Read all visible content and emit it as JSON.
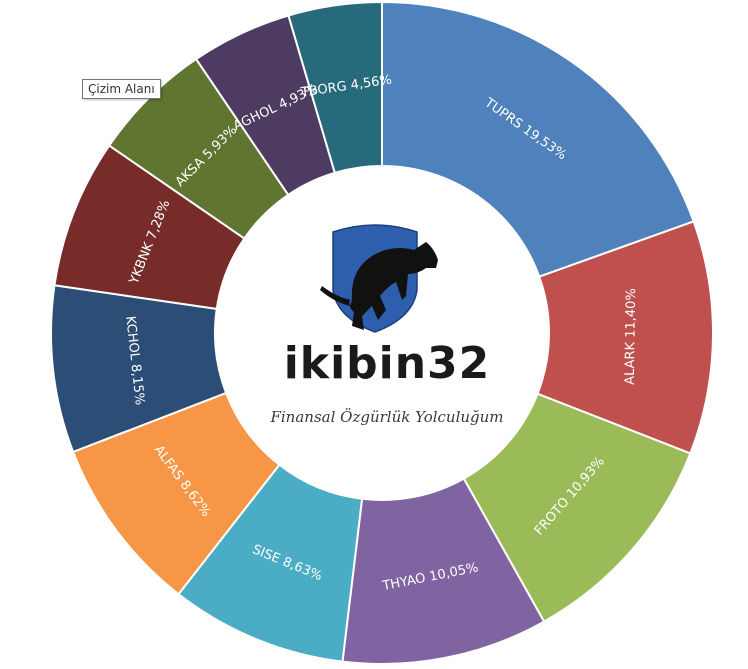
{
  "tooltip": {
    "label": "Çizim Alanı"
  },
  "brand": {
    "name": "ikibin32",
    "tagline": "Finansal Özgürlük Yolculuğum"
  },
  "colors": {
    "shield": "#2e5fae",
    "bull": "#111111",
    "label_text": "#ffffff",
    "slice_border": "#ffffff"
  },
  "chart_data": {
    "type": "pie",
    "donut": true,
    "legend": "none",
    "slices": [
      {
        "label": "TUPRS 19,53%",
        "value": 19.53,
        "color": "#4f81bd"
      },
      {
        "label": "ALARK 11,40%",
        "value": 11.4,
        "color": "#c0504d"
      },
      {
        "label": "FROTO 10,93%",
        "value": 10.93,
        "color": "#9bbb59"
      },
      {
        "label": "THYAO 10,05%",
        "value": 10.05,
        "color": "#8064a2"
      },
      {
        "label": "SISE 8,63%",
        "value": 8.63,
        "color": "#4bacc6"
      },
      {
        "label": "ALFAS 8,62%",
        "value": 8.62,
        "color": "#f79646"
      },
      {
        "label": "KCHOL 8,15%",
        "value": 8.15,
        "color": "#2c4d75"
      },
      {
        "label": "YKBNK 7,28%",
        "value": 7.28,
        "color": "#772c2a"
      },
      {
        "label": "AKSA 5,93%",
        "value": 5.93,
        "color": "#5f7530"
      },
      {
        "label": "AGHOL 4,93%",
        "value": 4.93,
        "color": "#4d3b62"
      },
      {
        "label": "TBORG 4,56%",
        "value": 4.56,
        "color": "#276a7c"
      }
    ]
  }
}
